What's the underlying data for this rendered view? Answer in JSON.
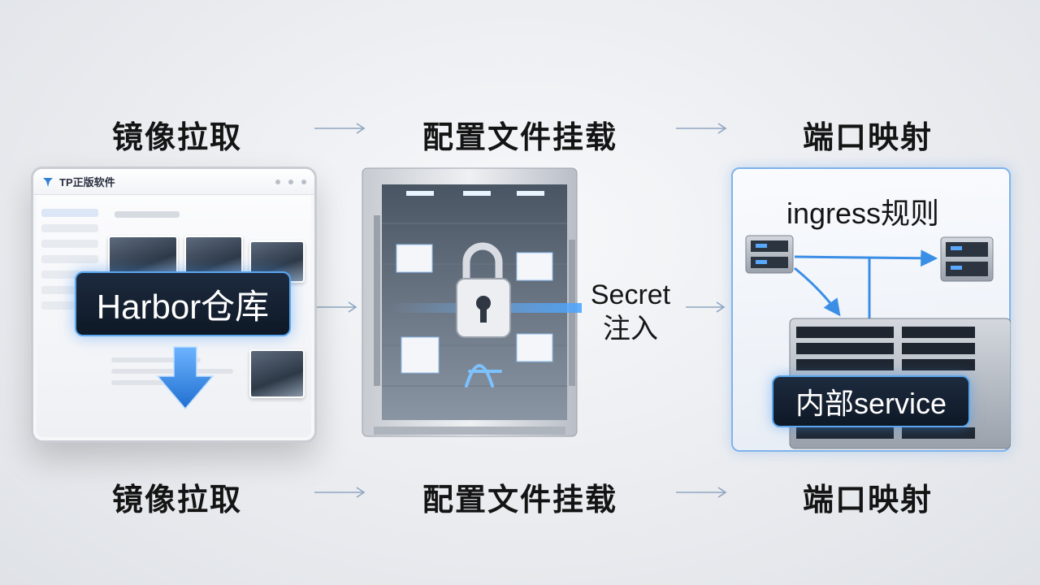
{
  "top_steps": [
    "镜像拉取",
    "配置文件挂载",
    "端口映射"
  ],
  "bottom_steps": [
    "镜像拉取",
    "配置文件挂载",
    "端口映射"
  ],
  "left_panel": {
    "app_name": "TP正版软件",
    "badge": "Harbor仓库",
    "icon": "download-arrow-icon"
  },
  "middle_panel": {
    "icon": "padlock-icon",
    "secret_label_line1": "Secret",
    "secret_label_line2": "注入"
  },
  "right_panel": {
    "title": "ingress规则",
    "badge": "内部service"
  },
  "colors": {
    "accent": "#3a8ee6",
    "badge_bg": "#13202f",
    "heading": "#141414"
  }
}
